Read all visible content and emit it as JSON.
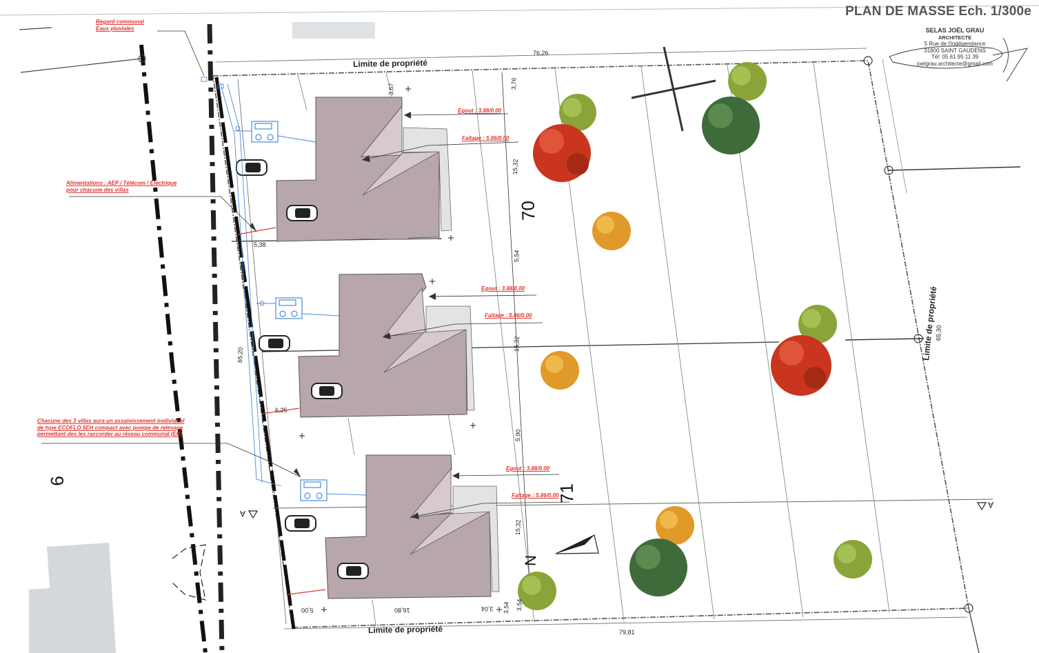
{
  "header": {
    "title": "PLAN DE MASSE Ech. 1/300e"
  },
  "architect": {
    "name": "SELAS JOËL GRAU",
    "role": "ARCHITECTE",
    "address": "5 Rue de l'Indépendance",
    "city": "31800 SAINT GAUDENS",
    "phone": "Tél: 05 61 95 11 39",
    "email": "joelgrau.architecte@gmail.com"
  },
  "notes": {
    "regard_line1": "Regard communal",
    "regard_line2": "Eaux pluviales",
    "alim_line1": "Alimentations : AEP / Télécom / Electrique",
    "alim_line2": "pour chacune des villas",
    "assain_line1": "Chacune des 3 villas aura un assainissement inidividuel",
    "assain_line2": "de type ECOFLO 5EH compact avec pompe de relevage",
    "assain_line3": "permettant des les raccorder au réseau communal (EP)"
  },
  "property": {
    "limit_top": "Limite de propriété",
    "limit_bottom": "Limite de propriété",
    "limit_right": "Limite de propriété"
  },
  "dimensions": {
    "top_length": "76,26",
    "bottom_length": "79,81",
    "left_length": "65,20",
    "right_length": "65,30",
    "d_3_67": "3,67",
    "d_3_76": "3,76",
    "d_15_32_a": "15,32",
    "d_5_54": "5,54",
    "d_15_32_b": "15,32",
    "d_5_90": "5,90",
    "d_15_32_c": "15,32",
    "d_3_54_a": "3,54",
    "d_3_54_b": "3,54",
    "d_5_38": "5,38",
    "d_6_25": "6,25",
    "d_5_00": "5,00",
    "d_16_80": "16,80",
    "d_3_04": "3,04"
  },
  "levels": {
    "egout_1": "Egout : 3.88/0.00",
    "faitage_1": "Faîtage : 5.86/0.00",
    "egout_2": "Egout : 3.88/0.00",
    "faitage_2": "Faîtage : 5.86/0.00",
    "egout_3": "Egout : 3.88/0.00",
    "faitage_3": "Faîtage : 5.86/0.00"
  },
  "labels": {
    "parcel_70": "70",
    "parcel_6": "6",
    "parcel_71": "71",
    "section_a_left": "A",
    "section_a_right": "A",
    "north": "N"
  },
  "colors": {
    "roof": "#b8a7aa",
    "tree_red": "#c9351e",
    "tree_orange": "#e09a2a",
    "tree_olive": "#8aa43a",
    "tree_dark": "#3e6b3a",
    "annotation_red": "#e0352f",
    "network_blue": "#4a8bd6"
  }
}
